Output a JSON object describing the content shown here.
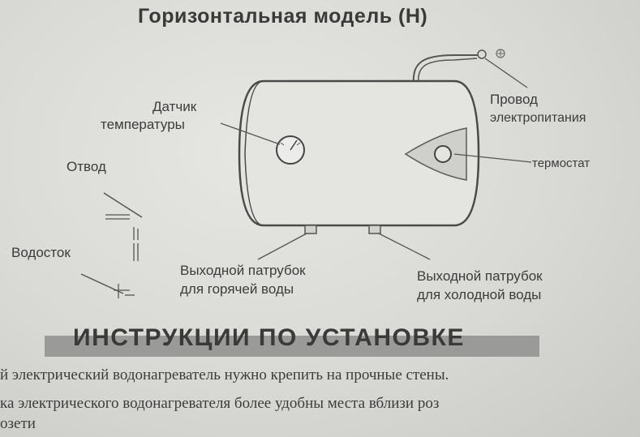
{
  "title": "Горизонтальная модель (Н)",
  "labels": {
    "temp_sensor_line1": "Датчик",
    "temp_sensor_line2": "температуры",
    "power_cord_line1": "Провод",
    "power_cord_line2": "электропитания",
    "thermostat": "термостат",
    "outlet": "Отвод",
    "drain": "Водосток",
    "hot_outlet_line1": "Выходной патрубок",
    "hot_outlet_line2": "для горячей воды",
    "cold_outlet_line1": "Выходной патрубок",
    "cold_outlet_line2": "для холодной воды"
  },
  "section": {
    "heading": "ИНСТРУКЦИИ ПО УСТАНОВКЕ"
  },
  "body": {
    "line1": "й электрический водонагреватель нужно крепить на прочные стены. ",
    "line2": "ка электрического водонагревателя   более удобны места вблизи роз",
    "line3": "озети"
  }
}
